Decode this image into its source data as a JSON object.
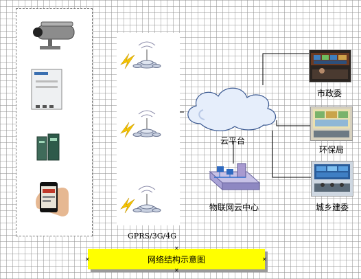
{
  "title": "网络结构示意图",
  "network_label": "GPRS/3G/4G",
  "cloud_label": "云平台",
  "iot_center_label": "物联网云中心",
  "endpoints": [
    {
      "label": "市政委"
    },
    {
      "label": "环保局"
    },
    {
      "label": "城乡建委"
    }
  ],
  "devices": [
    "surveillance-camera",
    "data-terminal-box",
    "industrial-gateway",
    "smartphone"
  ],
  "colors": {
    "title_bg": "#ffff00",
    "lightning": "#f5c400",
    "cloud": "#e6eefb"
  }
}
